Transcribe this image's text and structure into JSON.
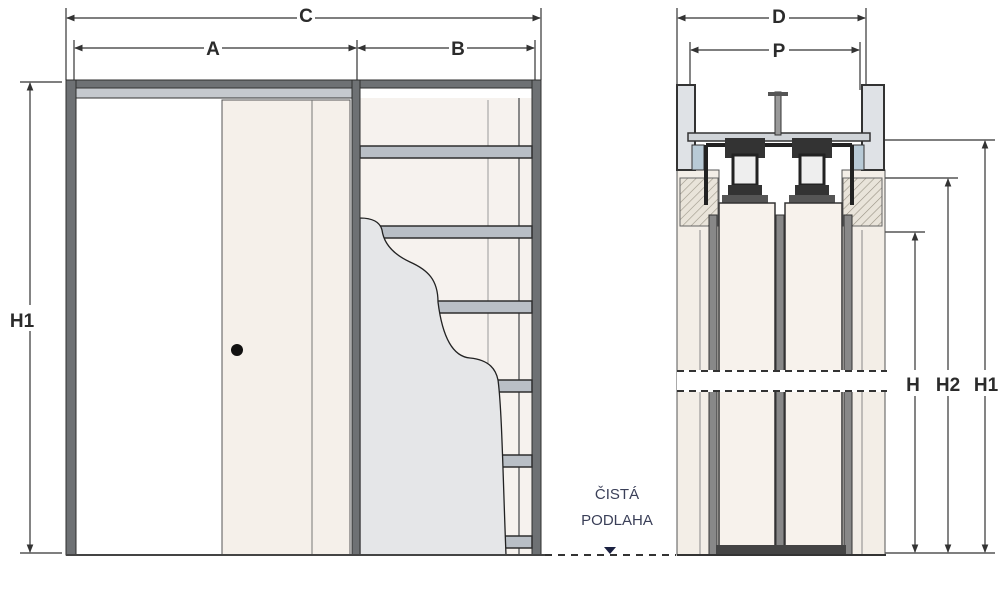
{
  "front_view": {
    "dim_c": "C",
    "dim_a": "A",
    "dim_b": "B",
    "dim_h1": "H1"
  },
  "side_view": {
    "dim_d": "D",
    "dim_p": "P",
    "dim_h": "H",
    "dim_h2": "H2",
    "dim_h1": "H1"
  },
  "floor_note": {
    "line1": "ČISTÁ",
    "line2": "PODLAHA"
  }
}
